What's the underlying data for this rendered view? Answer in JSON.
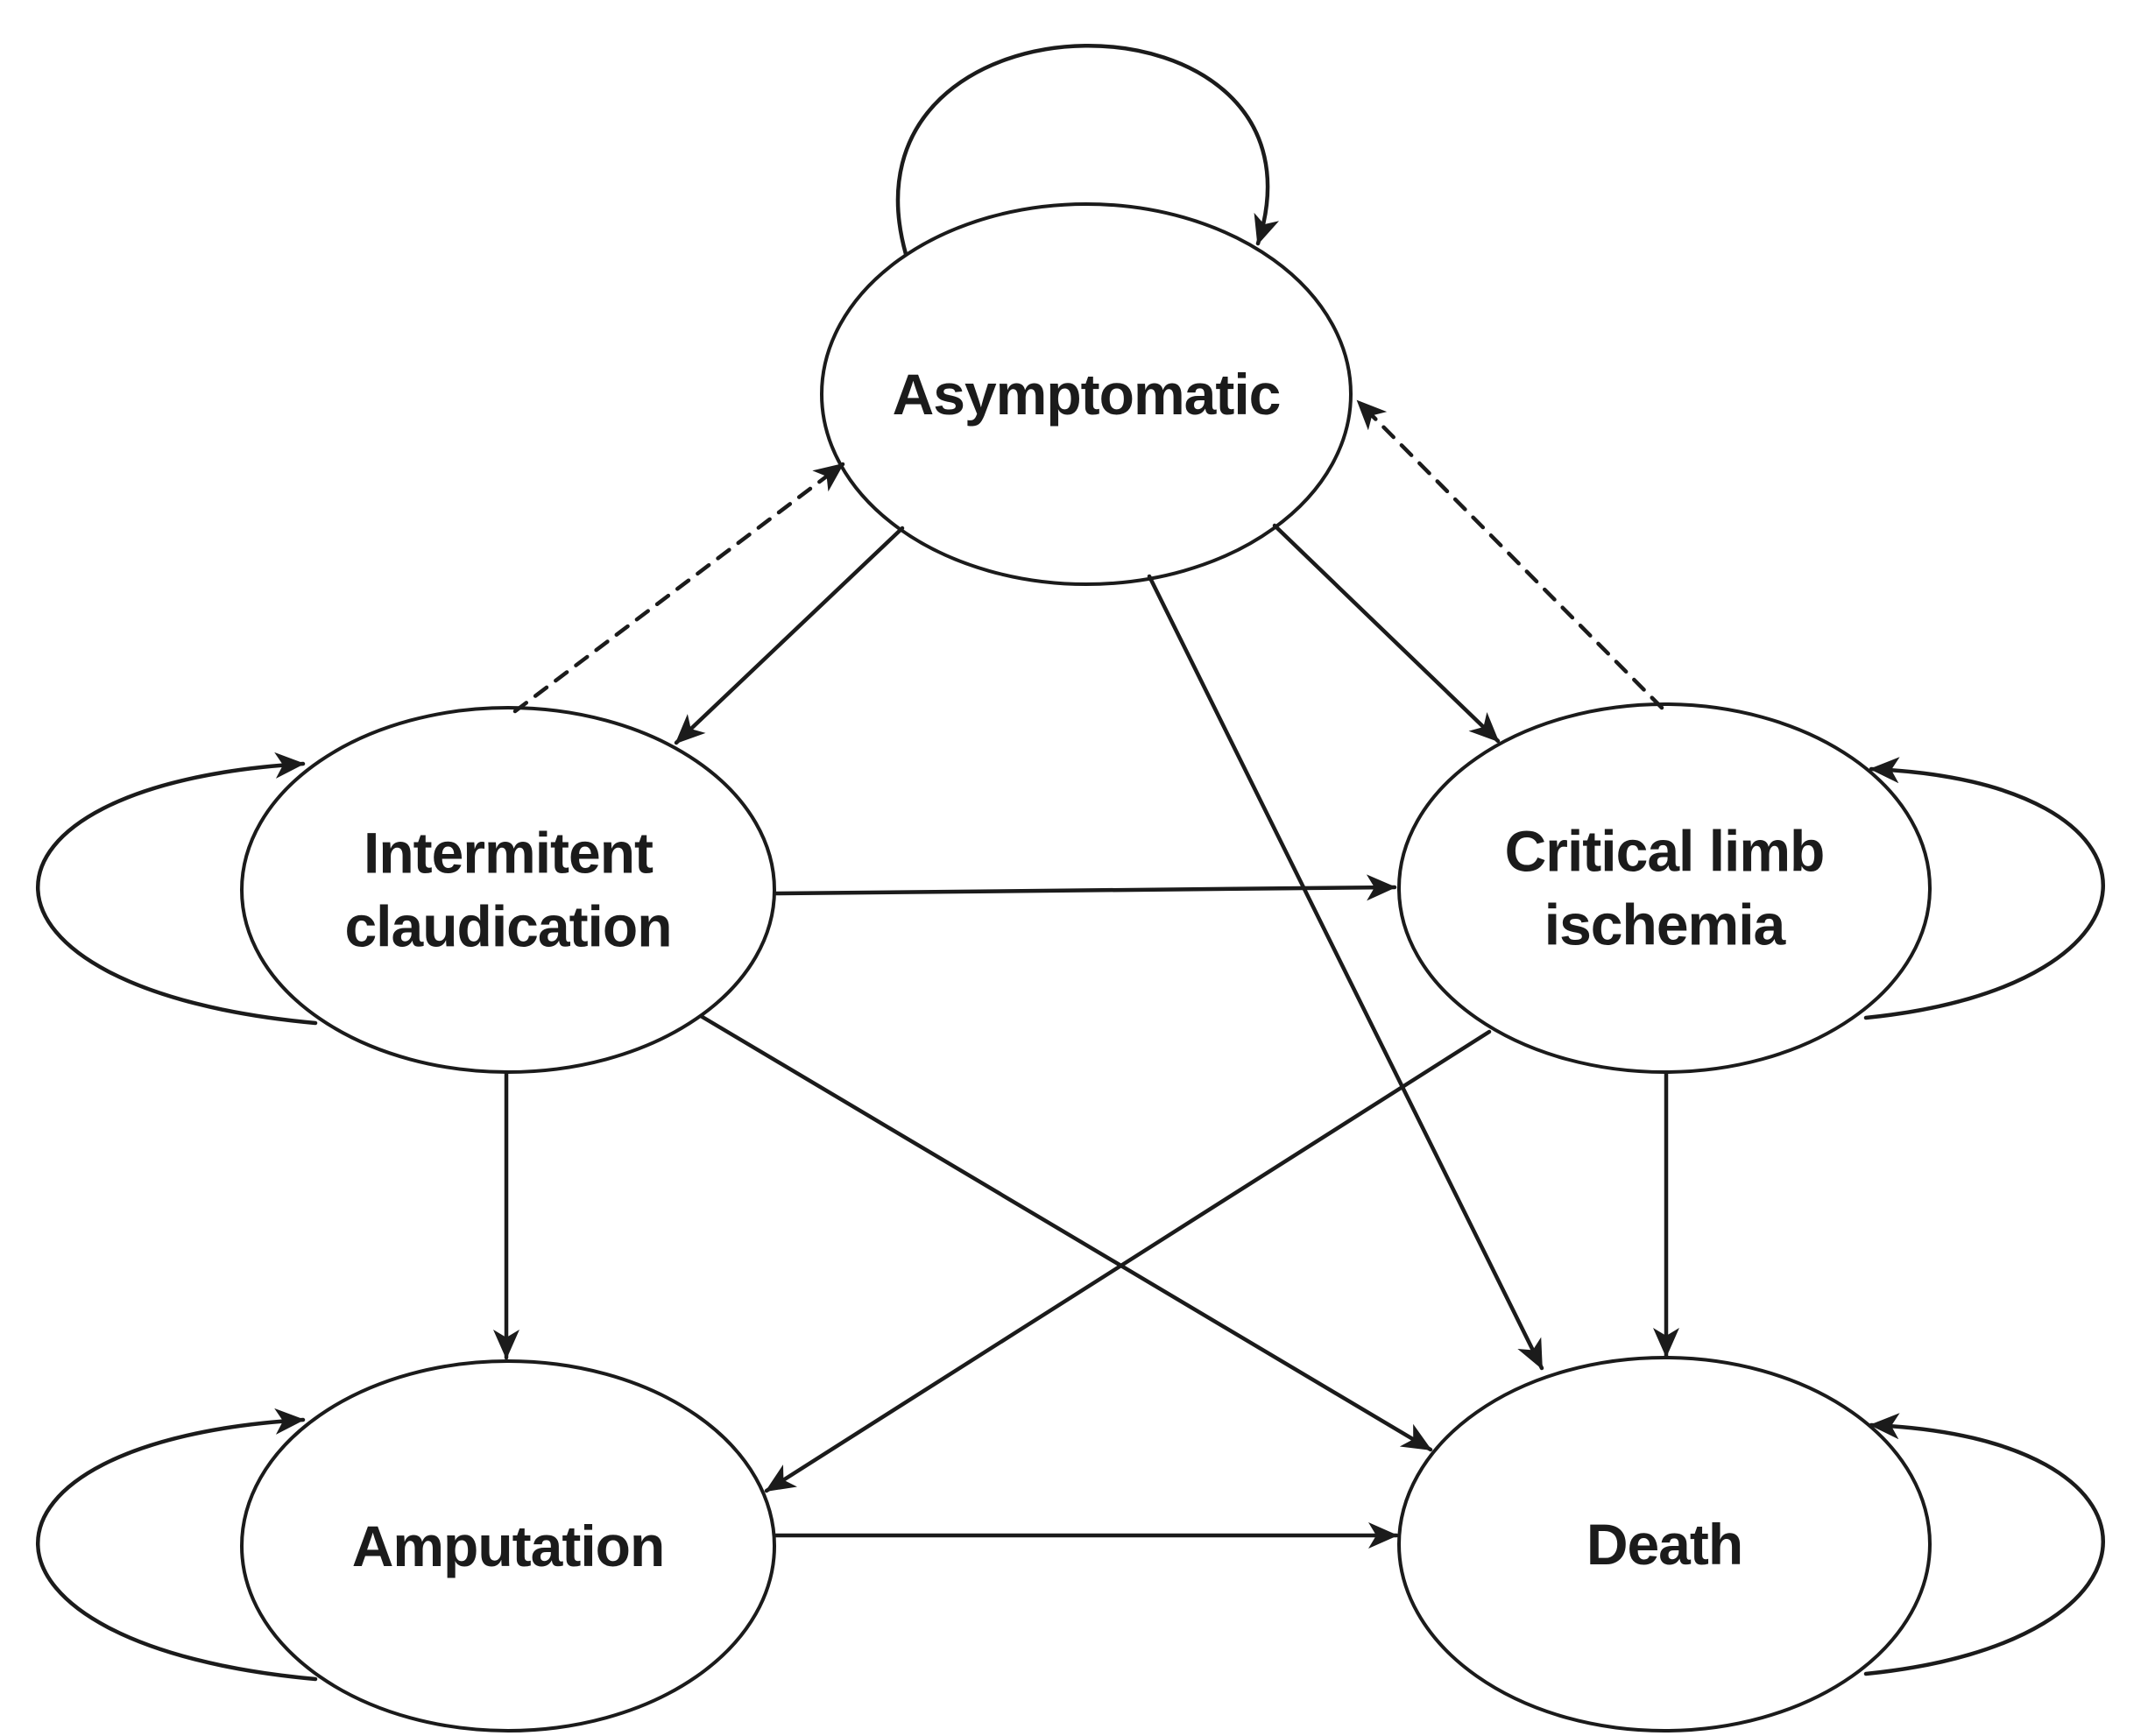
{
  "page": {
    "background": "#ffffff"
  },
  "diagram": {
    "type": "state-transition-diagram",
    "description": "State transition (Markov) model of peripheral artery disease progression",
    "colors": {
      "stroke": "#1b1b1b",
      "node_fill": "#ffffff",
      "text": "#1b1b1b",
      "background": "#ffffff"
    },
    "nodes": [
      {
        "id": "asymptomatic",
        "label": "Asymptomatic",
        "shape": "ellipse",
        "self_loop": true
      },
      {
        "id": "intermitent-claudication",
        "label": "Intermitent claudication",
        "shape": "ellipse",
        "self_loop": true
      },
      {
        "id": "critical-limb-ischemia",
        "label": "Critical limb ischemia",
        "shape": "ellipse",
        "self_loop": true
      },
      {
        "id": "amputation",
        "label": "Amputation",
        "shape": "ellipse",
        "self_loop": true
      },
      {
        "id": "death",
        "label": "Death",
        "shape": "ellipse",
        "self_loop": true
      }
    ],
    "edges": [
      {
        "from": "asymptomatic",
        "to": "asymptomatic",
        "style": "solid",
        "kind": "self-loop"
      },
      {
        "from": "intermitent-claudication",
        "to": "intermitent-claudication",
        "style": "solid",
        "kind": "self-loop"
      },
      {
        "from": "critical-limb-ischemia",
        "to": "critical-limb-ischemia",
        "style": "solid",
        "kind": "self-loop"
      },
      {
        "from": "amputation",
        "to": "amputation",
        "style": "solid",
        "kind": "self-loop"
      },
      {
        "from": "death",
        "to": "death",
        "style": "solid",
        "kind": "self-loop"
      },
      {
        "from": "asymptomatic",
        "to": "intermitent-claudication",
        "style": "solid",
        "kind": "transition"
      },
      {
        "from": "intermitent-claudication",
        "to": "asymptomatic",
        "style": "dashed",
        "kind": "transition"
      },
      {
        "from": "asymptomatic",
        "to": "critical-limb-ischemia",
        "style": "solid",
        "kind": "transition"
      },
      {
        "from": "critical-limb-ischemia",
        "to": "asymptomatic",
        "style": "dashed",
        "kind": "transition"
      },
      {
        "from": "asymptomatic",
        "to": "death",
        "style": "solid",
        "kind": "transition"
      },
      {
        "from": "intermitent-claudication",
        "to": "critical-limb-ischemia",
        "style": "solid",
        "kind": "transition"
      },
      {
        "from": "intermitent-claudication",
        "to": "amputation",
        "style": "solid",
        "kind": "transition"
      },
      {
        "from": "intermitent-claudication",
        "to": "death",
        "style": "solid",
        "kind": "transition"
      },
      {
        "from": "critical-limb-ischemia",
        "to": "amputation",
        "style": "solid",
        "kind": "transition"
      },
      {
        "from": "critical-limb-ischemia",
        "to": "death",
        "style": "solid",
        "kind": "transition"
      },
      {
        "from": "amputation",
        "to": "death",
        "style": "solid",
        "kind": "transition"
      }
    ]
  }
}
